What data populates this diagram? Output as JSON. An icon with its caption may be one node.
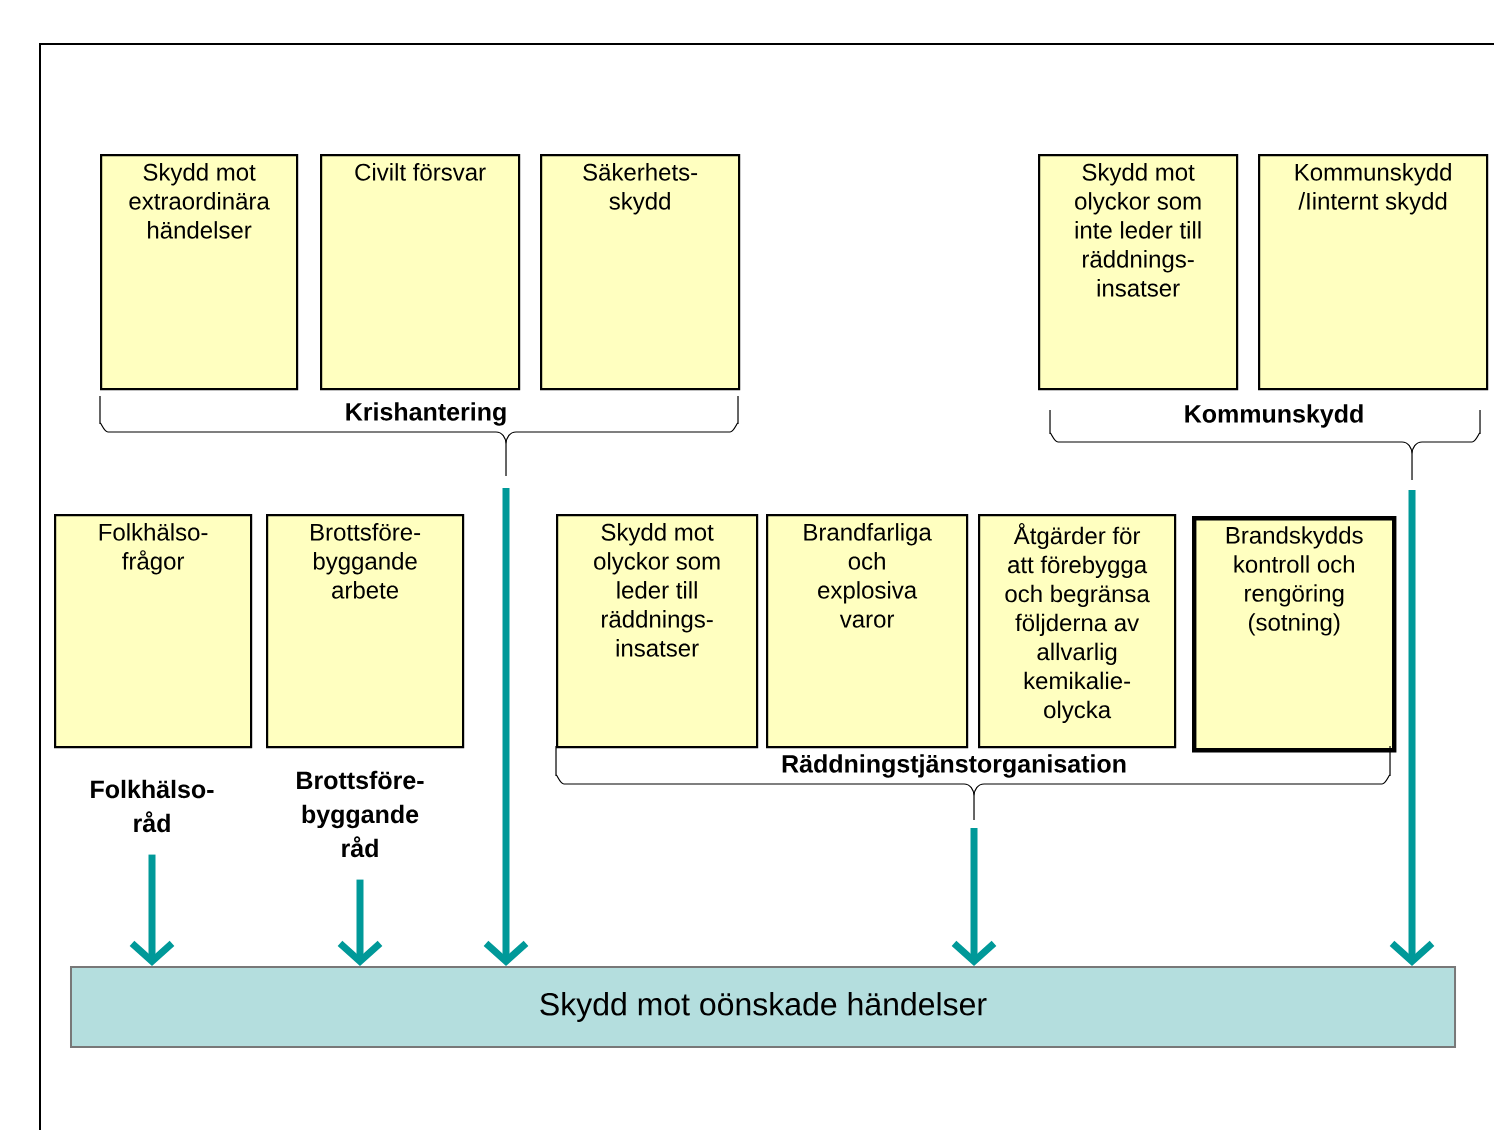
{
  "diagram": {
    "nodes": [
      {
        "text": [
          "Skydd mot extraordinära händelser"
        ]
      },
      {
        "text": [
          "Civilt försvar"
        ]
      },
      {
        "text": [
          "Säkerhets- skydd"
        ]
      },
      {
        "text": [
          "Skydd mot olyckor som inte leder till räddnings- insatser"
        ]
      },
      {
        "text": [
          "Kommunskydd /Iinternt skydd"
        ]
      },
      {
        "text": [
          "Krishantering"
        ]
      },
      {
        "text": [
          "Kommunskydd"
        ]
      },
      {
        "text": [
          "Folkhälso- frågor"
        ]
      },
      {
        "text": [
          "Brottsföre- byggande arbete"
        ]
      },
      {
        "text": [
          "Skydd mot olyckor som leder till räddnings- insatser"
        ]
      },
      {
        "text": [
          "Brandfarliga och explosiva varor"
        ]
      },
      {
        "text": [
          "Åtgärder för att förebygga och begränsa följderna av allvarlig kemikalie- olycka"
        ]
      },
      {
        "text": [
          "Brandskydds kontroll och rengöring (sotning)"
        ]
      },
      {
        "text": [
          "Folkhälso- råd"
        ]
      },
      {
        "text": [
          "Brottsföre- byggande råd"
        ]
      },
      {
        "text": [
          "Räddningstjänstorganisation"
        ]
      },
      {
        "text": [
          "Skydd mot oönskade händelser"
        ]
      }
    ],
    "edges": [
      {
        "from": 13,
        "to": 16,
        "arrow": "to"
      },
      {
        "from": 14,
        "to": 16,
        "arrow": "to"
      },
      {
        "from": 5,
        "to": 16,
        "arrow": "to"
      },
      {
        "from": 15,
        "to": 16,
        "arrow": "to"
      },
      {
        "from": 6,
        "to": 16,
        "arrow": "to"
      }
    ]
  }
}
